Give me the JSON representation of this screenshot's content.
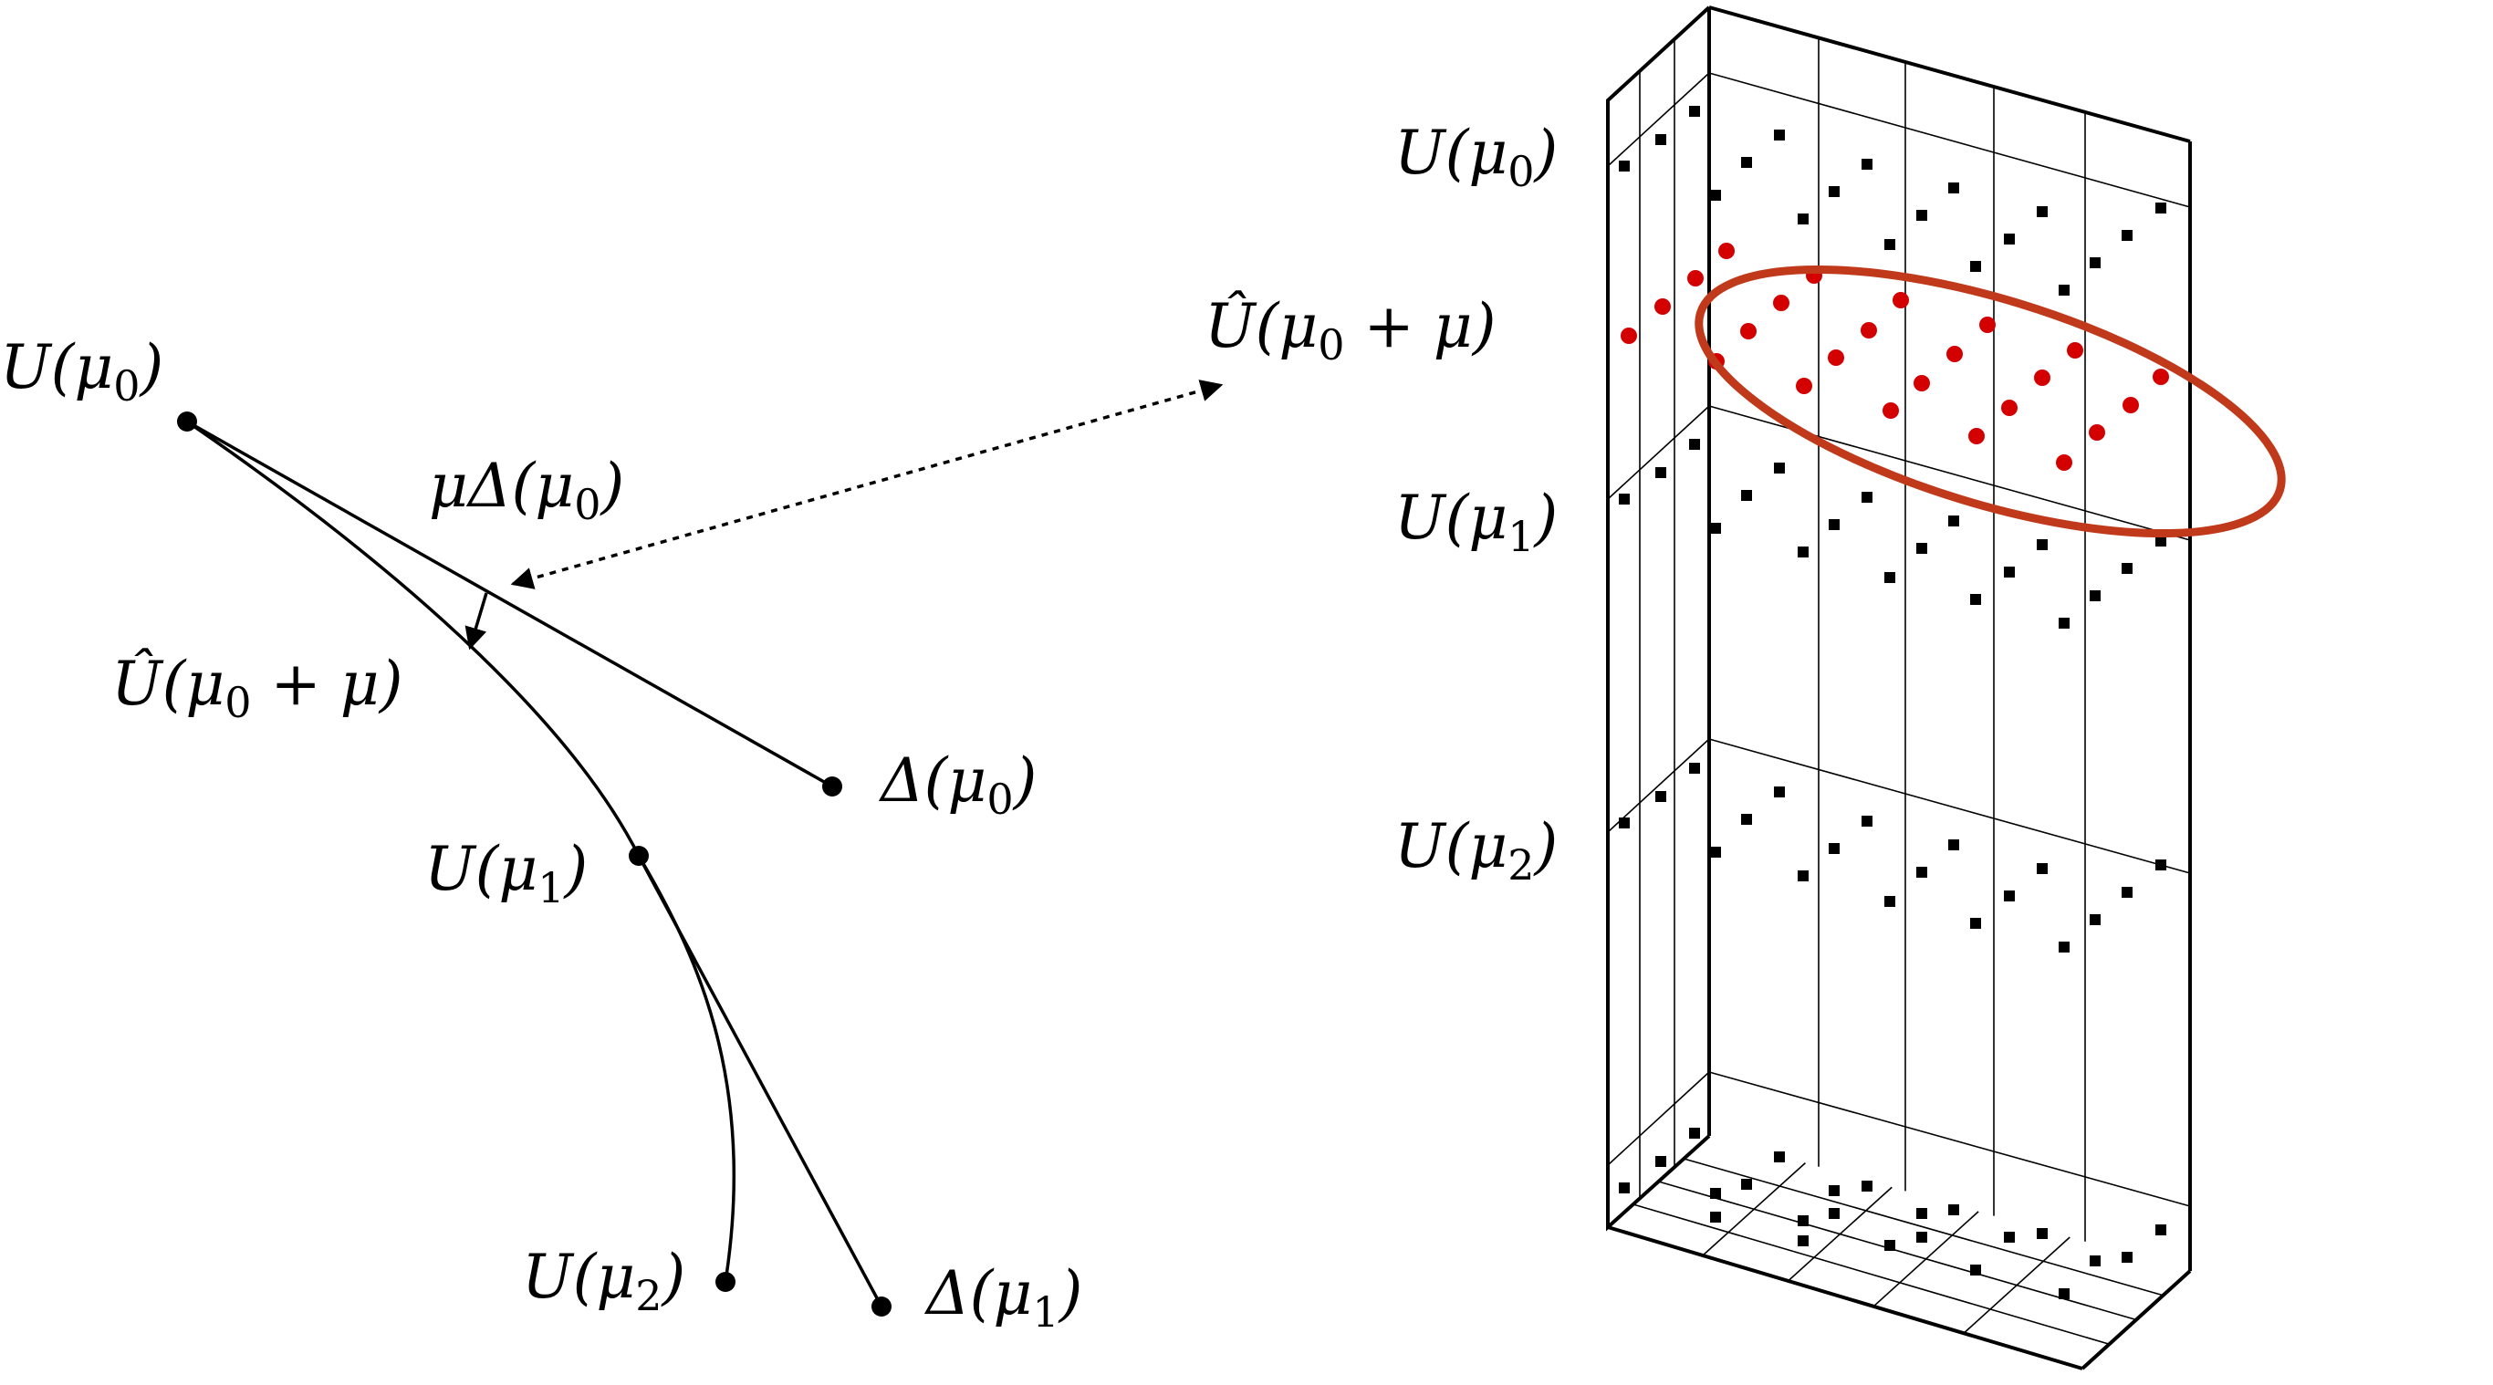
{
  "colors": {
    "ink": "#000000",
    "highlight": "#c0391b",
    "red_dot": "#d40000"
  },
  "left_labels": {
    "u_mu0": {
      "base": "U(μ",
      "sub": "0",
      "close": ")"
    },
    "mu_delta_mu0": {
      "base": "μΔ(μ",
      "sub": "0",
      "close": ")"
    },
    "uhat_mu0_mu": {
      "base": "Û(μ",
      "sub": "0",
      "close": " + μ)"
    },
    "delta_mu0": {
      "base": "Δ(μ",
      "sub": "0",
      "close": ")"
    },
    "u_mu1": {
      "base": "U(μ",
      "sub": "1",
      "close": ")"
    },
    "u_mu2": {
      "base": "U(μ",
      "sub": "2",
      "close": ")"
    },
    "delta_mu1": {
      "base": "Δ(μ",
      "sub": "1",
      "close": ")"
    }
  },
  "right_labels": {
    "u_mu0": {
      "base": "U(μ",
      "sub": "0",
      "close": ")"
    },
    "uhat_mu0_mu": {
      "base": "Û(μ",
      "sub": "0",
      "close": " + μ)"
    },
    "u_mu1": {
      "base": "U(μ",
      "sub": "1",
      "close": ")"
    },
    "u_mu2": {
      "base": "U(μ",
      "sub": "2",
      "close": ")"
    }
  }
}
